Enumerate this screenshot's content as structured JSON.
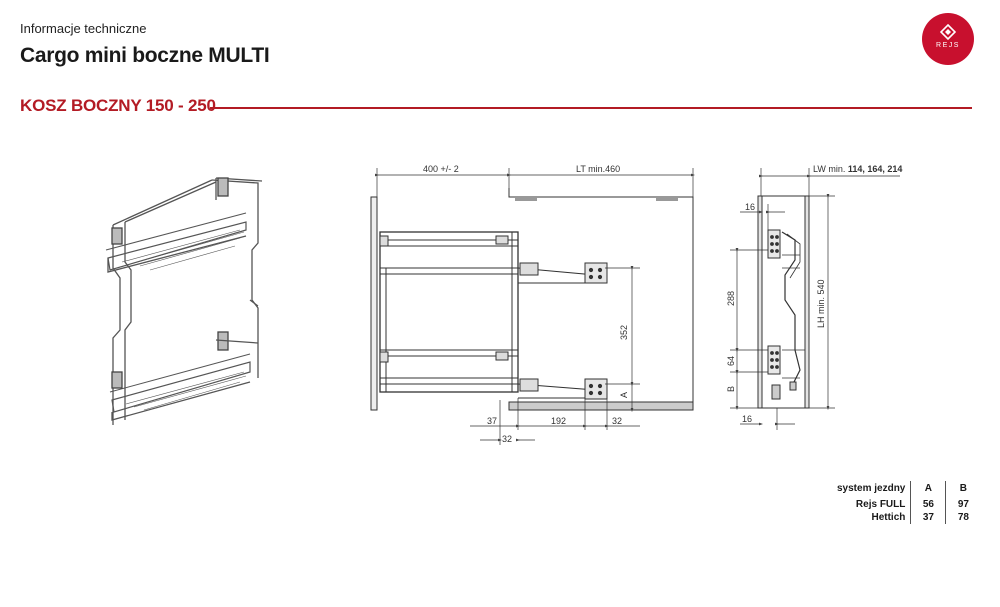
{
  "header": {
    "subtitle": "Informacje techniczne",
    "title": "Cargo mini boczne MULTI",
    "section": "KOSZ BOCZNY 150 - 250",
    "logo_text": "REJS"
  },
  "dimensions": {
    "front": {
      "depth": "400 +/- 2",
      "lt": "LT min.460",
      "height_352": "352",
      "a": "A",
      "d37": "37",
      "d192": "192",
      "d32_right": "32",
      "d32_bottom": "32"
    },
    "side": {
      "lw_prefix": "LW min. ",
      "lw_values": "114, 164, 214",
      "lh": "LH min. 540",
      "d16_top": "16",
      "d288": "288",
      "d64": "64",
      "b": "B",
      "d16_bottom": "16"
    }
  },
  "spec_table": {
    "headers": [
      "system jezdny",
      "A",
      "B"
    ],
    "rows": [
      [
        "Rejs FULL",
        "56",
        "97"
      ],
      [
        "Hettich",
        "37",
        "78"
      ]
    ]
  },
  "colors": {
    "accent": "#b31b24",
    "logo": "#c8102e"
  }
}
